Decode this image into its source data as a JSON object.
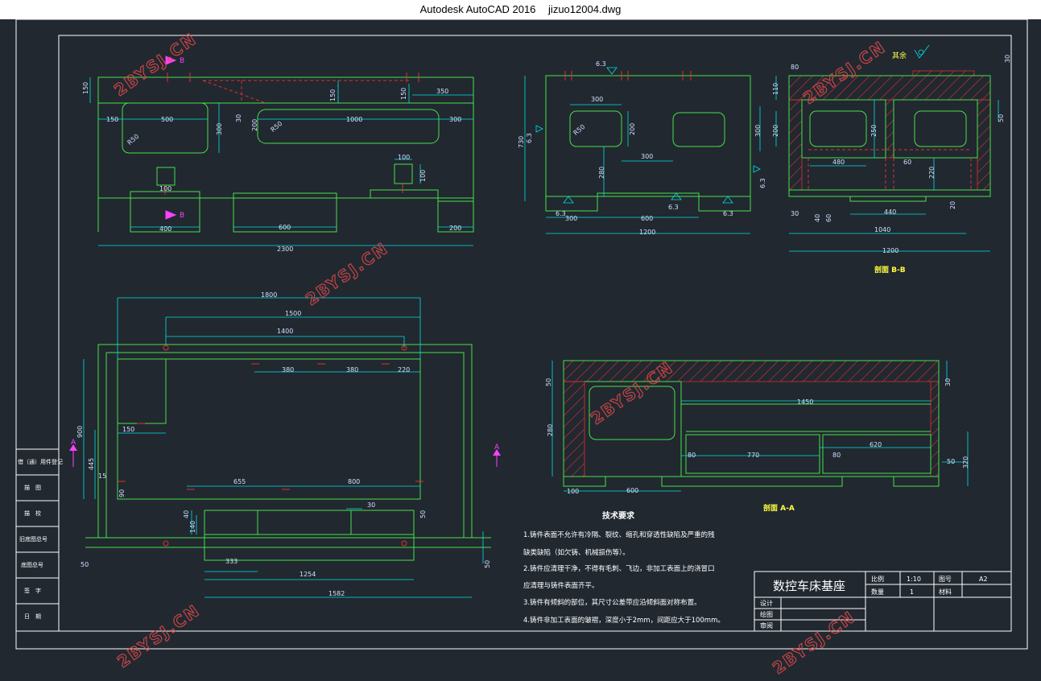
{
  "window": {
    "app": "Autodesk AutoCAD 2016",
    "file": "jizuo12004.dwg"
  },
  "colors": {
    "background": "#212830",
    "outline": "#48e048",
    "dimension": "#00e0e0",
    "hatch": "#e03030",
    "frame": "#ffffff",
    "marker": "#ff40ff"
  },
  "watermark": "2BYSJ.CN",
  "front_view": {
    "section_mark_top": "B",
    "section_mark_bottom": "B",
    "dims": {
      "left_h": "150",
      "top_depth": "150",
      "slot_depth": "150",
      "right_width": "350",
      "left_offset": "150",
      "window_width": "500",
      "window_height": "300",
      "gap": "30",
      "slot_height": "200",
      "slot_width": "1000",
      "right_offset": "300",
      "radius_left": "R50",
      "radius_slot": "R50",
      "block_w": "100",
      "block_h": "100",
      "foot_left": "400",
      "foot_mid": "600",
      "foot_right": "200",
      "overall": "2300"
    }
  },
  "side_view": {
    "roughness_top": "6.3",
    "roughness_left": "6.3",
    "roughness_right": "6.3",
    "roughness_feet": [
      "6.3",
      "6.3",
      "6.3"
    ],
    "dims": {
      "height": "730",
      "window_w": "300",
      "window_h": "200",
      "radius": "R50",
      "spacing": "300",
      "lower": "280",
      "right_h": "300",
      "left_foot": "300",
      "middle_foot": "600",
      "overall": "1200"
    }
  },
  "section_bb": {
    "label": "剖面 B-B",
    "surface_note": "其余",
    "dims": {
      "top_left": "80",
      "top_height": "110",
      "right_h": "50",
      "window_h": "200",
      "window_h2": "250",
      "rib": "480",
      "gap": "60",
      "lower": "220",
      "d30": "30",
      "d40": "40",
      "d60": "60",
      "d440": "440",
      "d20": "20",
      "width_1040": "1040",
      "overall": "1200"
    }
  },
  "plan_view": {
    "section_mark_left": "A",
    "section_mark_right": "A",
    "dims": {
      "d1800": "1800",
      "d1500": "1500",
      "d1400": "1400",
      "d380a": "380",
      "d380b": "380",
      "d220": "220",
      "d150": "150",
      "d900": "900",
      "d445": "445",
      "d15": "15",
      "d90": "90",
      "d655": "655",
      "d800": "800",
      "d40": "40",
      "d140": "140",
      "d333": "333",
      "d1254": "1254",
      "d1582": "1582",
      "d50": "50",
      "d50b": "50",
      "d30": "30",
      "d50c": "50"
    }
  },
  "section_aa": {
    "label": "剖面 A-A",
    "dims": {
      "d50": "50",
      "d30": "30",
      "d1450": "1450",
      "d280": "280",
      "d620": "620",
      "d80a": "80",
      "d770": "770",
      "d80b": "80",
      "d50b": "50",
      "d320": "320",
      "d100": "100",
      "d600": "600"
    }
  },
  "requirements": {
    "heading": "技术要求",
    "lines": [
      "1.铸件表面不允许有冷隔、裂纹、缩孔和穿透性缺陷及严重的残",
      "缺类缺陷（如欠铸、机械损伤等）。",
      "2.铸件应清理干净，不得有毛刺、飞边，非加工表面上的浇冒口",
      "应清理与铸件表面齐平。",
      "3.铸件有倾斜的部位，其尺寸公差带应沿倾斜面对称布置。",
      "4.铸件非加工表面的皱褶，深度小于2mm，间距应大于100mm。"
    ]
  },
  "title_block": {
    "part_name": "数控车床基座",
    "scale_label": "比例",
    "scale_value": "1:10",
    "drawing_no_label": "图号",
    "drawing_no_value": "A2",
    "qty_label": "数量",
    "qty_value": "1",
    "material_label": "材料",
    "design_label": "设计",
    "draft_label": "绘图",
    "review_label": "审阅"
  },
  "side_table": [
    "借（通）用件登记",
    "描　图",
    "描　校",
    "旧底图总号",
    "底图总号",
    "签　字",
    "日　期"
  ]
}
